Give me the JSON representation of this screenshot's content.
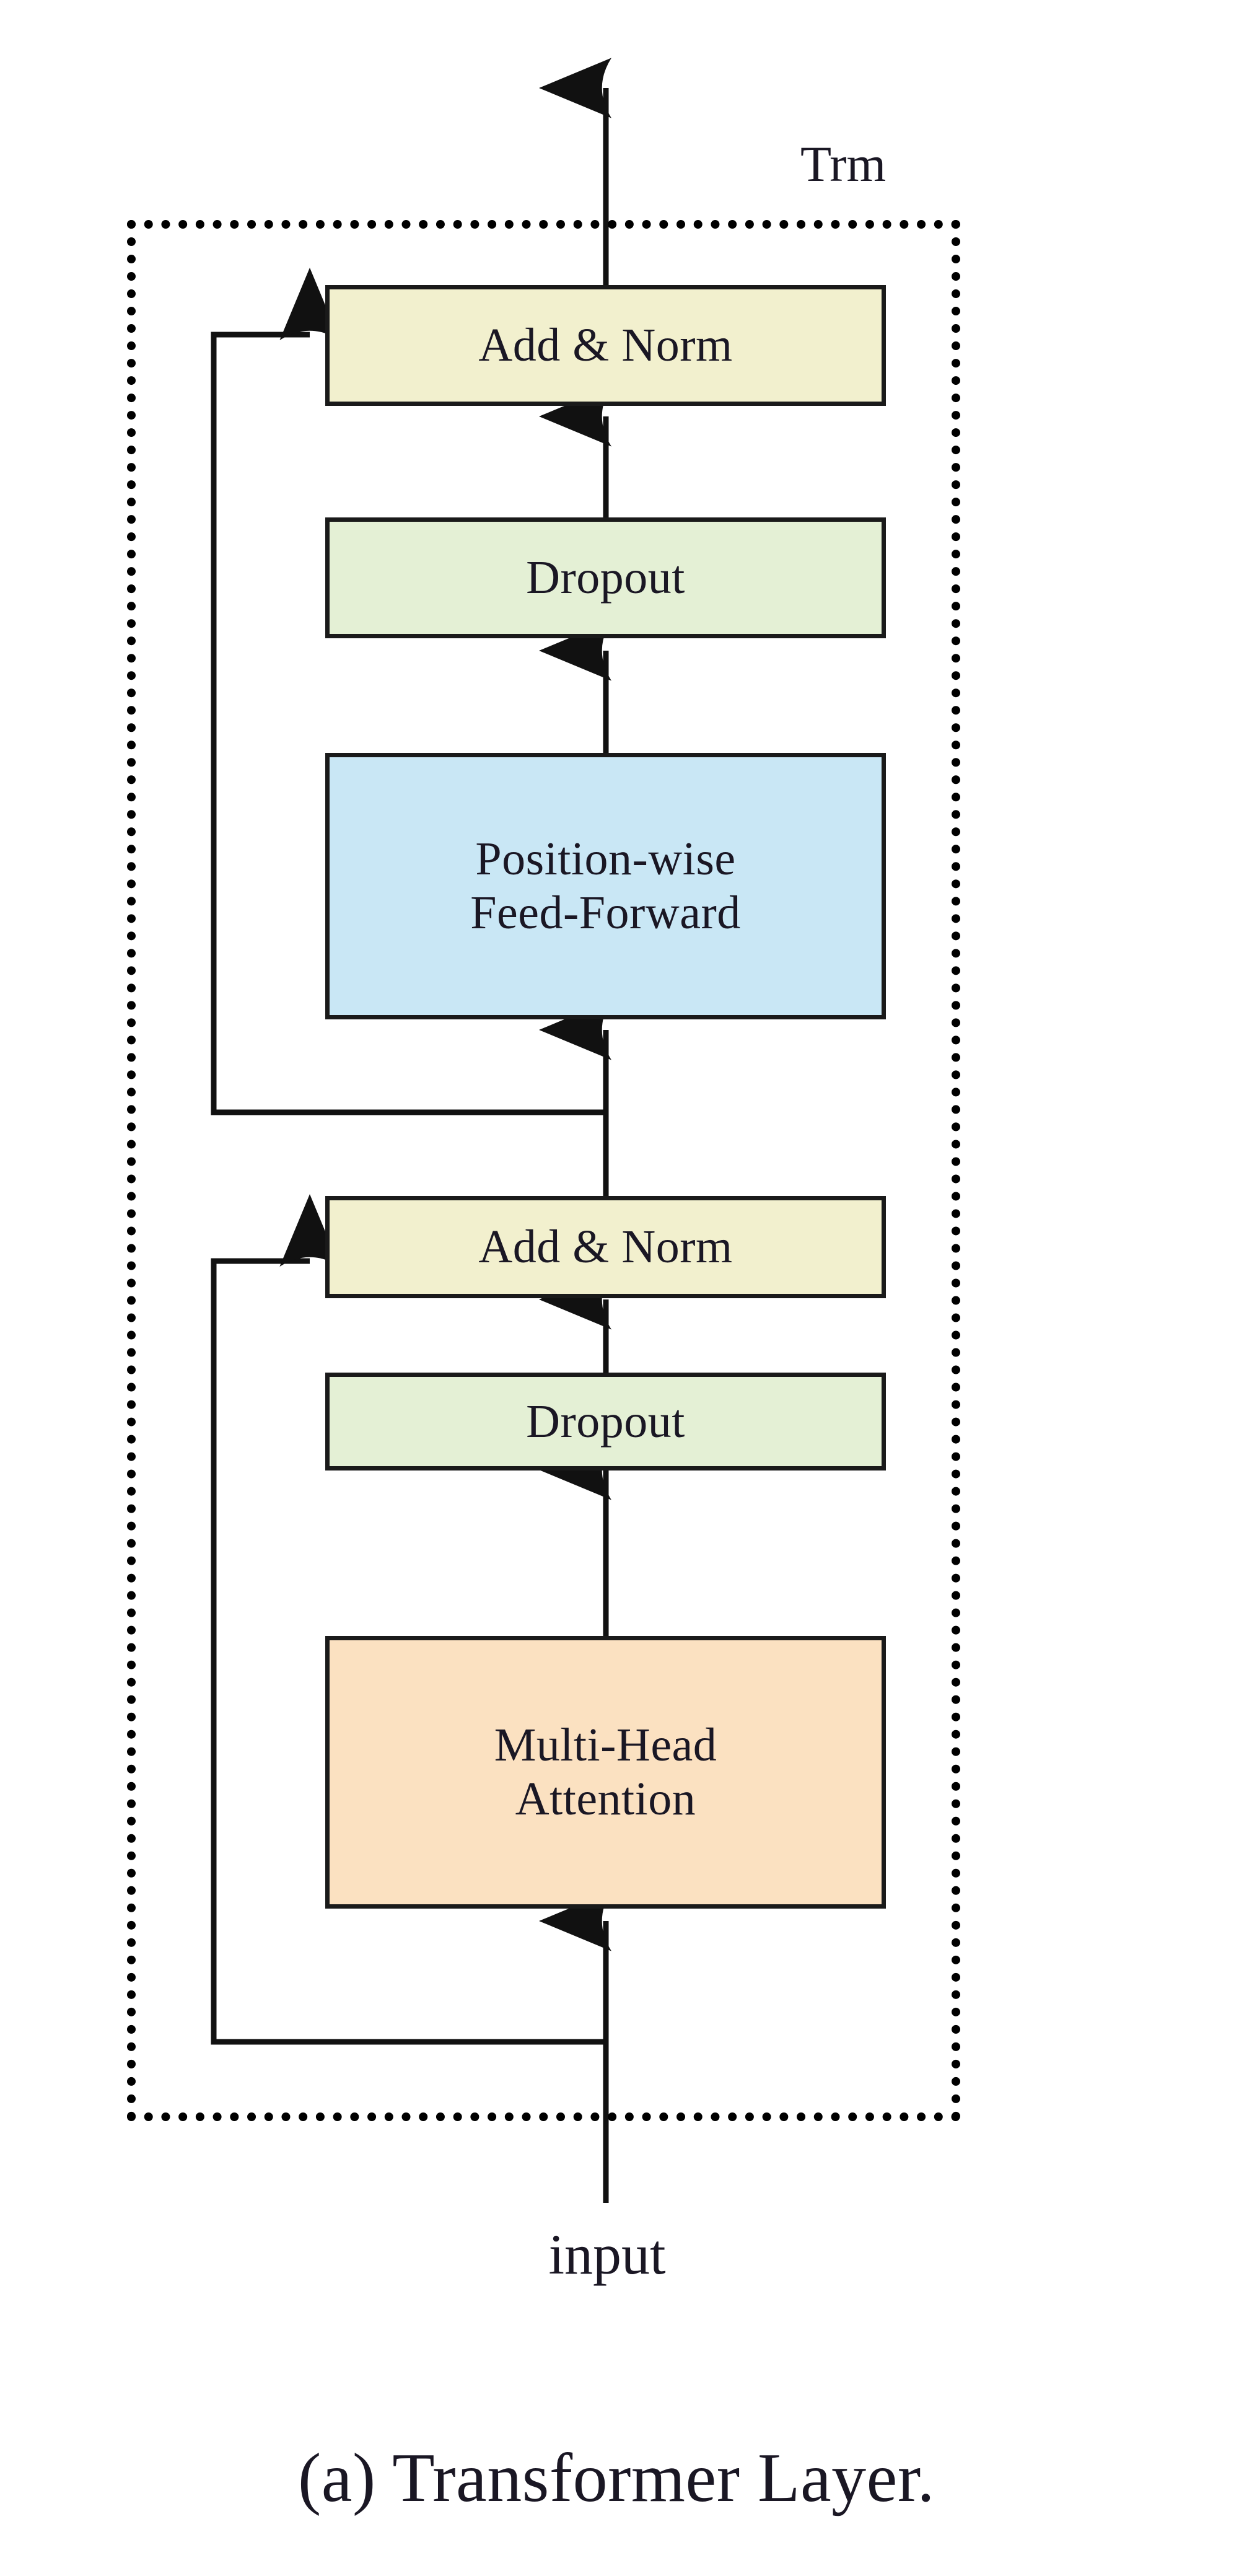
{
  "figure": {
    "caption": "(a) Transformer Layer.",
    "container_label": "Trm",
    "input_label": "input"
  },
  "colors": {
    "add_norm_fill": "#f2f0ce",
    "dropout_fill": "#e4f0d5",
    "feed_forward_fill": "#c9e7f5",
    "attention_fill": "#fbe1c1",
    "stroke": "#1a1a1a",
    "text": "#1a1724",
    "background": "#ffffff"
  },
  "blocks": [
    {
      "id": "add-norm-top",
      "line1": "Add & Norm",
      "line2": "",
      "fill": "#f2f0ce"
    },
    {
      "id": "dropout-top",
      "line1": "Dropout",
      "line2": "",
      "fill": "#e4f0d5"
    },
    {
      "id": "feed-forward",
      "line1": "Position-wise",
      "line2": "Feed-Forward",
      "fill": "#c9e7f5"
    },
    {
      "id": "add-norm-bottom",
      "line1": "Add & Norm",
      "line2": "",
      "fill": "#f2f0ce"
    },
    {
      "id": "dropout-bottom",
      "line1": "Dropout",
      "line2": "",
      "fill": "#e4f0d5"
    },
    {
      "id": "multi-head-attention",
      "line1": "Multi-Head",
      "line2": "Attention",
      "fill": "#fbe1c1"
    }
  ],
  "connections": [
    {
      "id": "output-arrow",
      "from": "add-norm-top",
      "to": "output",
      "kind": "arrow-up"
    },
    {
      "id": "dropout-top-to-add-norm",
      "from": "dropout-top",
      "to": "add-norm-top",
      "kind": "arrow-up"
    },
    {
      "id": "ff-to-dropout-top",
      "from": "feed-forward",
      "to": "dropout-top",
      "kind": "arrow-up"
    },
    {
      "id": "addnorm2-to-ff",
      "from": "add-norm-bottom",
      "to": "feed-forward",
      "kind": "arrow-up"
    },
    {
      "id": "residual-top",
      "from": "addnorm2-output",
      "to": "add-norm-top",
      "kind": "residual-left"
    },
    {
      "id": "dropout-bot-to-addnorm2",
      "from": "dropout-bottom",
      "to": "add-norm-bottom",
      "kind": "arrow-up"
    },
    {
      "id": "mha-to-dropout-bottom",
      "from": "multi-head-attention",
      "to": "dropout-bottom",
      "kind": "arrow-up"
    },
    {
      "id": "input-to-mha",
      "from": "input",
      "to": "multi-head-attention",
      "kind": "arrow-up"
    },
    {
      "id": "residual-bottom",
      "from": "input",
      "to": "add-norm-bottom",
      "kind": "residual-left"
    }
  ]
}
